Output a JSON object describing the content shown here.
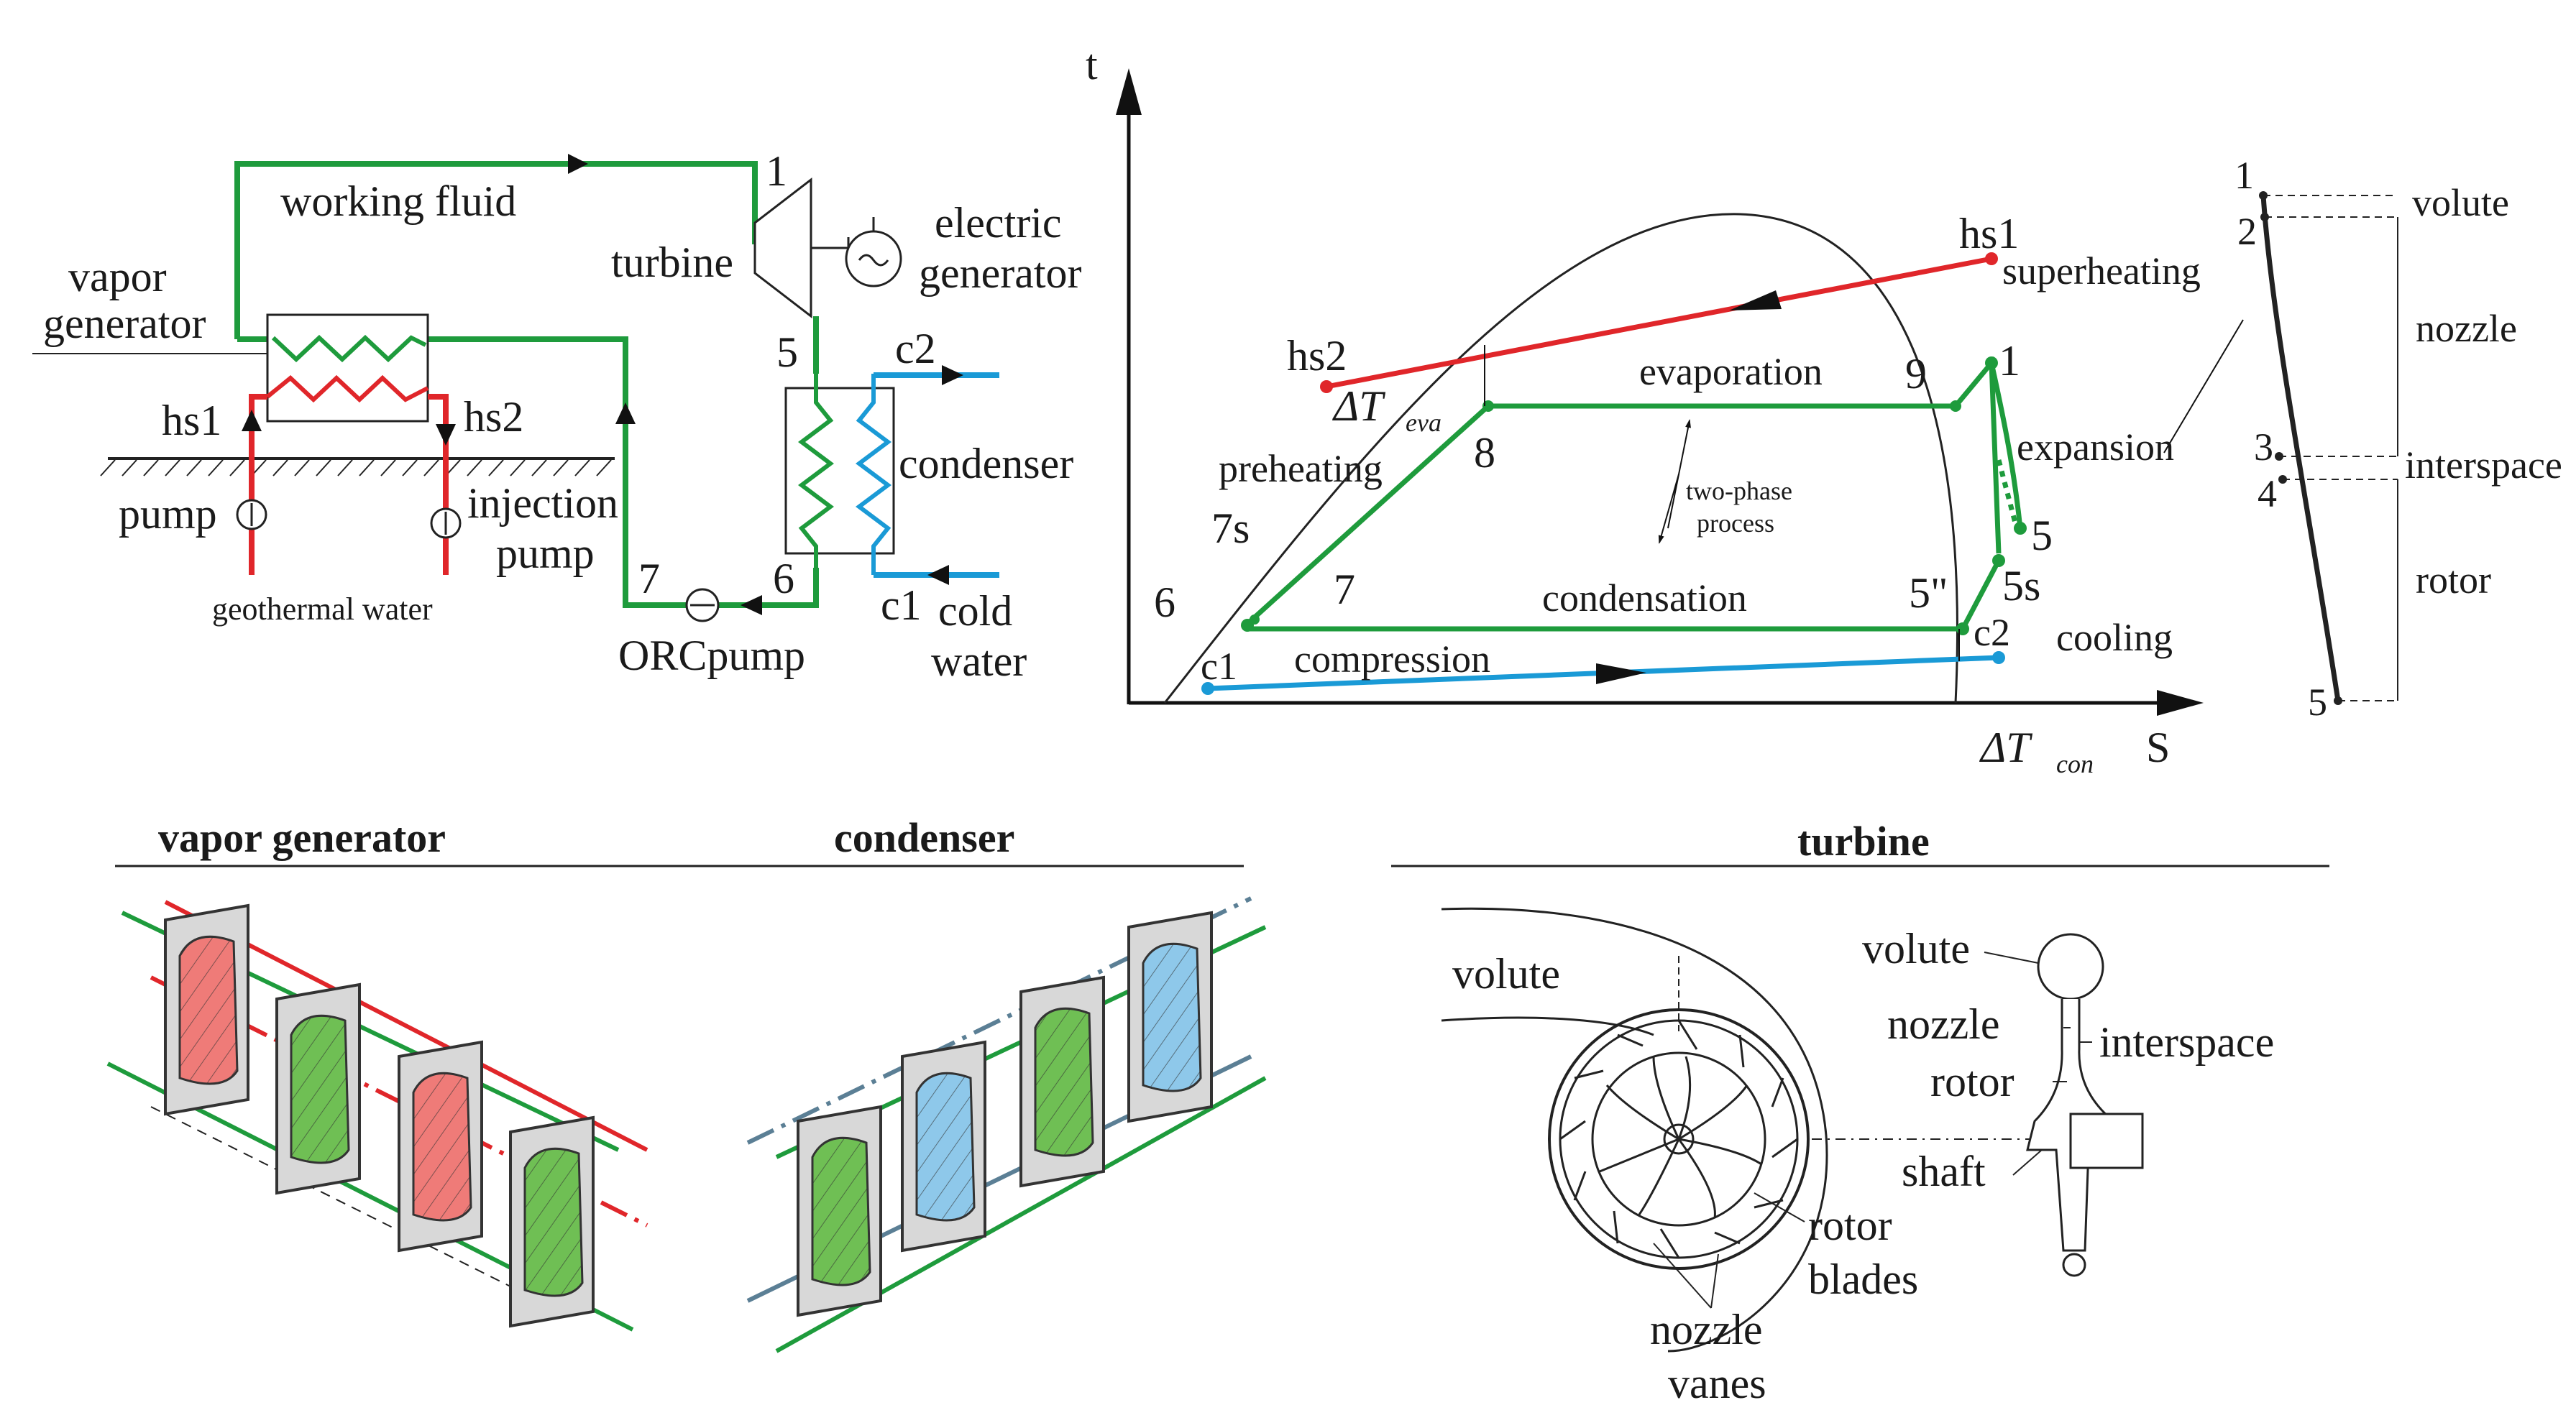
{
  "colors": {
    "working_fluid": "#1e9b3c",
    "geothermal": "#e0262a",
    "cold_water": "#1a9ad6",
    "green_fill": "#6fbf54",
    "red_fill": "#ef7b78",
    "blue_fill": "#8ec8ea",
    "plate": "#d8d8d8",
    "line": "#222222"
  },
  "schematic": {
    "working_fluid": "working fluid",
    "vapor": "vapor",
    "generator": "generator",
    "turbine": "turbine",
    "electric": "electric",
    "electric_generator": "generator",
    "condenser": "condenser",
    "hs1": "hs1",
    "hs2": "hs2",
    "pump": "pump",
    "injection": "injection",
    "injection_pump": "pump",
    "geothermal_water": "geothermal water",
    "orc_pump": "ORCpump",
    "cold": "cold",
    "water": "water",
    "c1": "c1",
    "c2": "c2",
    "p1": "1",
    "p5": "5",
    "p6": "6",
    "p7": "7"
  },
  "ts_diagram": {
    "axis_t": "t",
    "axis_s": "S",
    "hs1": "hs1",
    "hs2": "hs2",
    "dt_eva": "ΔT",
    "dt_eva_sub": "eva",
    "dt_con": "ΔT",
    "dt_con_sub": "con",
    "evaporation": "evaporation",
    "condensation": "condensation",
    "preheating": "preheating",
    "compression": "compression",
    "superheating": "superheating",
    "expansion": "expansion",
    "cooling": "cooling",
    "two_phase": "two-phase",
    "process": "process",
    "c1": "c1",
    "c2": "c2",
    "p1": "1",
    "p5": "5",
    "p5s": "5s",
    "p5pp": "5\"",
    "p6": "6",
    "p7": "7",
    "p7s": "7s",
    "p8": "8",
    "p9": "9"
  },
  "expansion_path": {
    "n1": "1",
    "n2": "2",
    "n3": "3",
    "n4": "4",
    "n5": "5",
    "volute": "volute",
    "nozzle": "nozzle",
    "interspace": "interspace",
    "rotor": "rotor"
  },
  "bottom": {
    "vapor_generator": "vapor generator",
    "condenser": "condenser",
    "turbine": "turbine"
  },
  "turbine_detail": {
    "volute_left": "volute",
    "volute": "volute",
    "nozzle": "nozzle",
    "interspace": "interspace",
    "rotor": "rotor",
    "shaft": "shaft",
    "rotor_blades_1": "rotor",
    "rotor_blades_2": "blades",
    "nozzle_vanes_1": "nozzle",
    "nozzle_vanes_2": "vanes"
  }
}
